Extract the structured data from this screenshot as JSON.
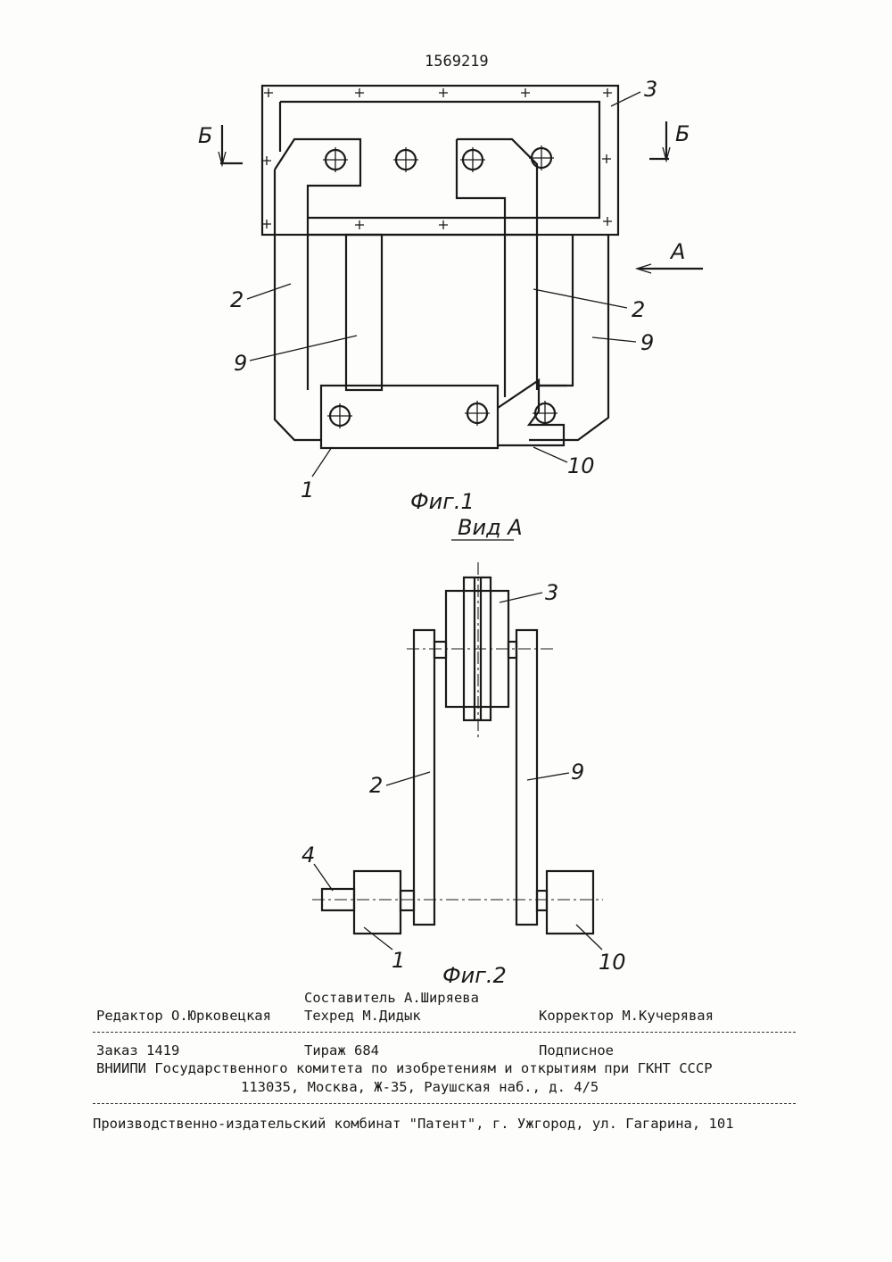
{
  "patent_number": "1569219",
  "fig1": {
    "caption": "Фиг.1",
    "section_marks": [
      "Б",
      "Б"
    ],
    "view_arrow_label": "А",
    "labels": {
      "l3": "3",
      "l2_left": "2",
      "l2_right": "2",
      "l9_left": "9",
      "l9_right": "9",
      "l1": "1",
      "l10": "10"
    }
  },
  "fig2": {
    "view_title": "Вид А",
    "caption": "Фиг.2",
    "labels": {
      "l3": "3",
      "l2": "2",
      "l9": "9",
      "l4": "4",
      "l1": "1",
      "l10": "10"
    }
  },
  "colophon": {
    "compiler": "Составитель А.Ширяева",
    "editor": "Редактор О.Юрковецкая",
    "tech_editor": "Техред М.Дидык",
    "proofreader": "Корректор М.Кучерявая",
    "order": "Заказ 1419",
    "circulation": "Тираж 684",
    "subscription": "Подписное",
    "org_line": "ВНИИПИ Государственного комитета по изобретениям и открытиям при ГКНТ СССР",
    "address_line": "113035, Москва, Ж-35, Раушская наб., д. 4/5",
    "publisher_line": "Производственно-издательский комбинат \"Патент\", г. Ужгород, ул. Гагарина, 101"
  }
}
